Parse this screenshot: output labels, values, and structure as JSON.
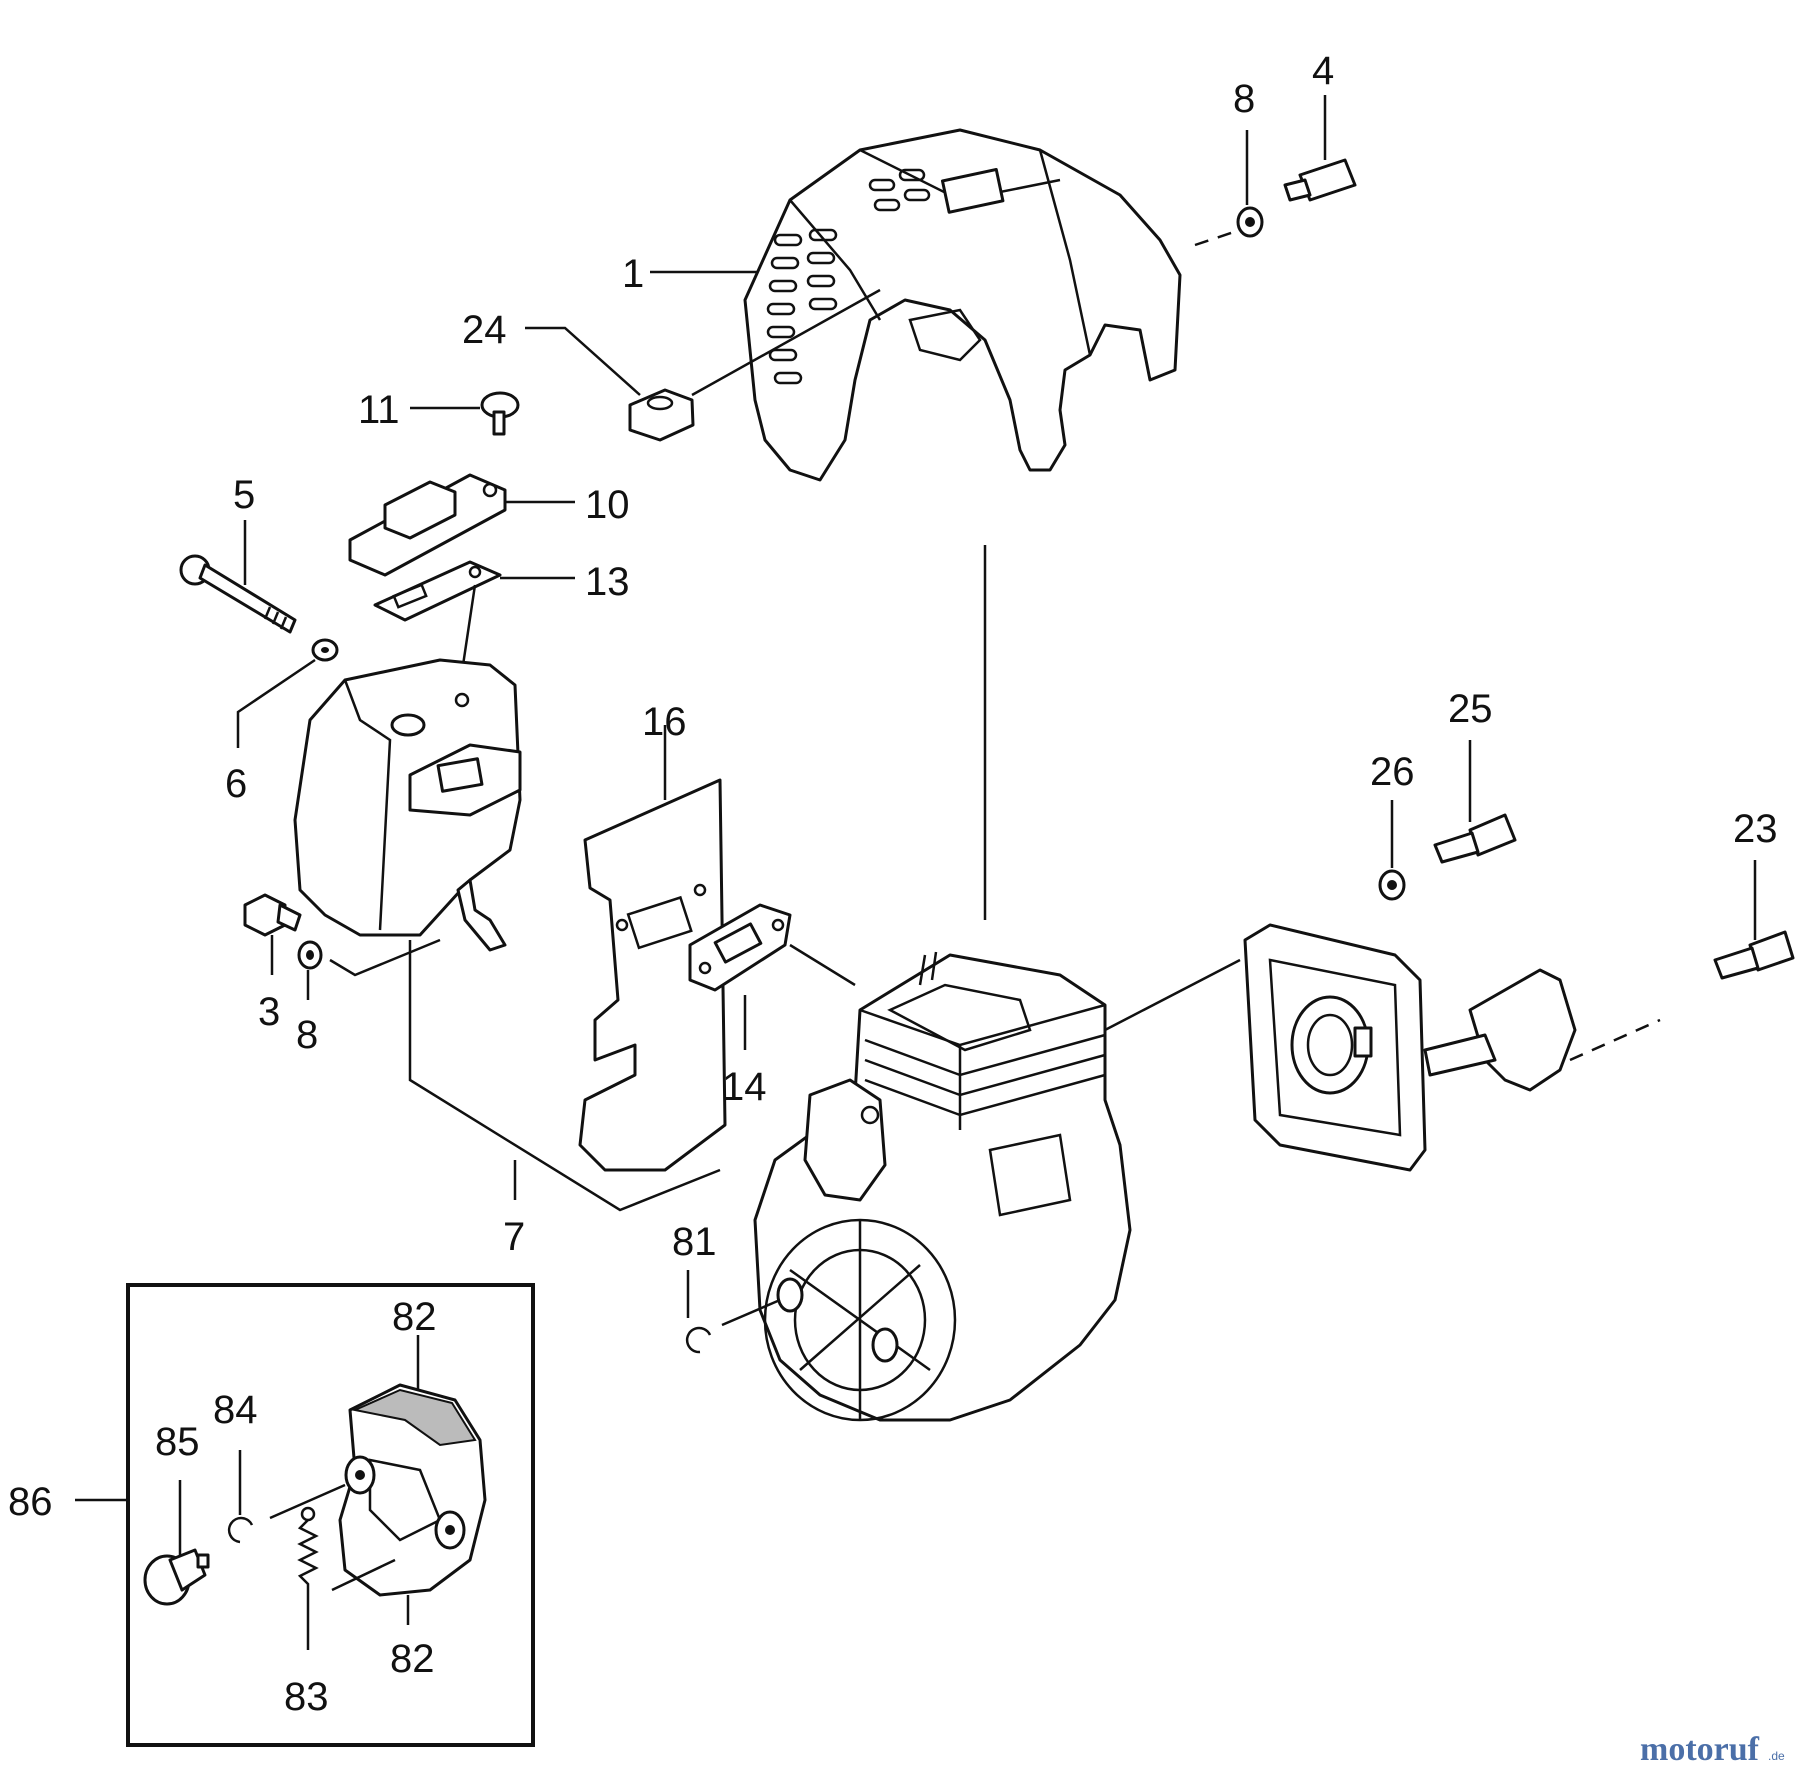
{
  "diagram": {
    "labels": {
      "l1": "1",
      "l3": "3",
      "l4": "4",
      "l5": "5",
      "l6": "6",
      "l7": "7",
      "l8a": "8",
      "l8b": "8",
      "l10": "10",
      "l11": "11",
      "l13": "13",
      "l14": "14",
      "l16": "16",
      "l23": "23",
      "l24": "24",
      "l25": "25",
      "l26": "26",
      "l81": "81",
      "l82a": "82",
      "l82b": "82",
      "l83": "83",
      "l84": "84",
      "l85": "85",
      "l86": "86"
    },
    "watermark": {
      "brand": "motoruf",
      "suffix": ".de"
    }
  }
}
